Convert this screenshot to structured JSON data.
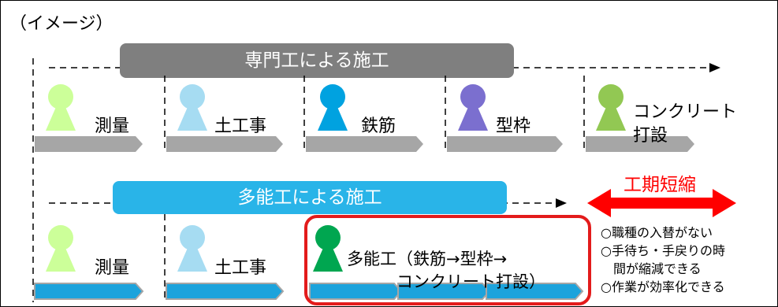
{
  "title": "（イメージ）",
  "conventional": {
    "banner": "専門工による施工",
    "banner_color": "#7f7f7f",
    "trades": [
      {
        "label": "測量",
        "color": "#ccff99"
      },
      {
        "label": "土工事",
        "color": "#a6dcf2"
      },
      {
        "label": "鉄筋",
        "color": "#00a2e0"
      },
      {
        "label": "型枠",
        "color": "#7b6fcf"
      },
      {
        "label": "コンクリート\n打設",
        "color": "#92c853"
      }
    ],
    "arrow_color": "#a6a6a6"
  },
  "multiskill": {
    "banner": "多能工による施工",
    "banner_color": "#29b4e8",
    "trades": [
      {
        "label": "測量",
        "color": "#ccff99"
      },
      {
        "label": "土工事",
        "color": "#a6dcf2"
      },
      {
        "label": "多能工（鉄筋→型枠→\n　　　コンクリート打設）",
        "color": "#00a650"
      }
    ],
    "arrow_color": "#1ca3dc",
    "highlight_color": "#e31b1b"
  },
  "shortening": {
    "label": "工期短縮",
    "color": "#ff0000",
    "benefits": [
      "○職種の入替がない",
      "○手待ち・手戻りの時",
      "　間が縮減できる",
      "○作業が効率化できる"
    ]
  }
}
